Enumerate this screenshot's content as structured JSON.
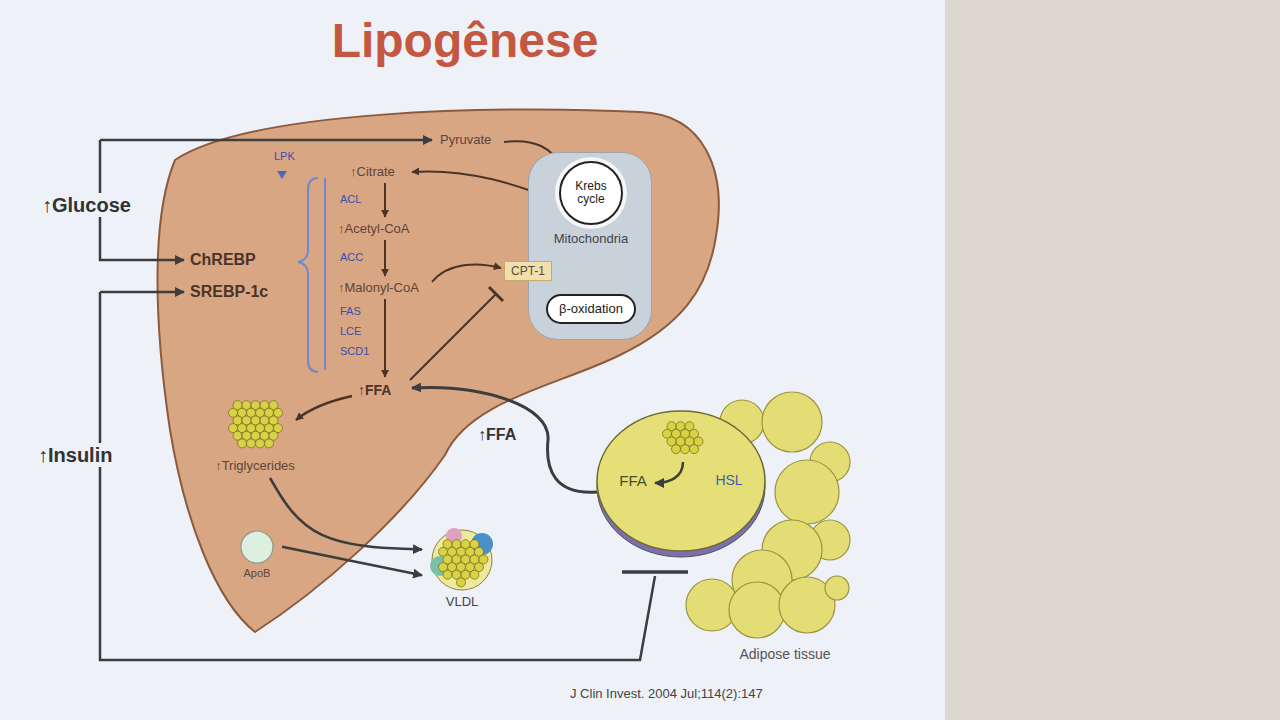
{
  "diagram": {
    "title": "Lipogênese",
    "nodes": [
      {
        "text": [
          "Mitochondria"
        ]
      },
      {
        "text": [
          "Krebs cycle"
        ],
        "in": 0
      },
      {
        "text": [
          "β-oxidation"
        ],
        "in": 0
      },
      {
        "text": [
          "CPT-1"
        ]
      },
      {
        "text": [
          "↑Triglycerides"
        ]
      },
      {
        "text": [
          "ApoB"
        ]
      },
      {
        "text": [
          "VLDL"
        ]
      },
      {
        "text": [
          "Adipose tissue"
        ]
      },
      {
        "text": [
          "FFA",
          "HSL"
        ],
        "in": 7
      }
    ],
    "edges": [
      {
        "from": 3,
        "to": 2,
        "arrow": "to"
      },
      {
        "from": 4,
        "to": 6,
        "arrow": "to"
      },
      {
        "from": 5,
        "to": 6,
        "arrow": "to"
      }
    ],
    "labels": [
      "↑Glucose",
      "↑Insulin",
      "ChREBP",
      "SREBP-1c",
      "Pyruvate",
      "LPK",
      "↑Citrate",
      "ACL",
      "↑Acetyl-CoA",
      "ACC",
      "↑Malonyl-CoA",
      "FAS",
      "LCE",
      "SCD1",
      "↑FFA",
      "↑FFA",
      "J Clin Invest. 2004 Jul;114(2):147"
    ]
  }
}
